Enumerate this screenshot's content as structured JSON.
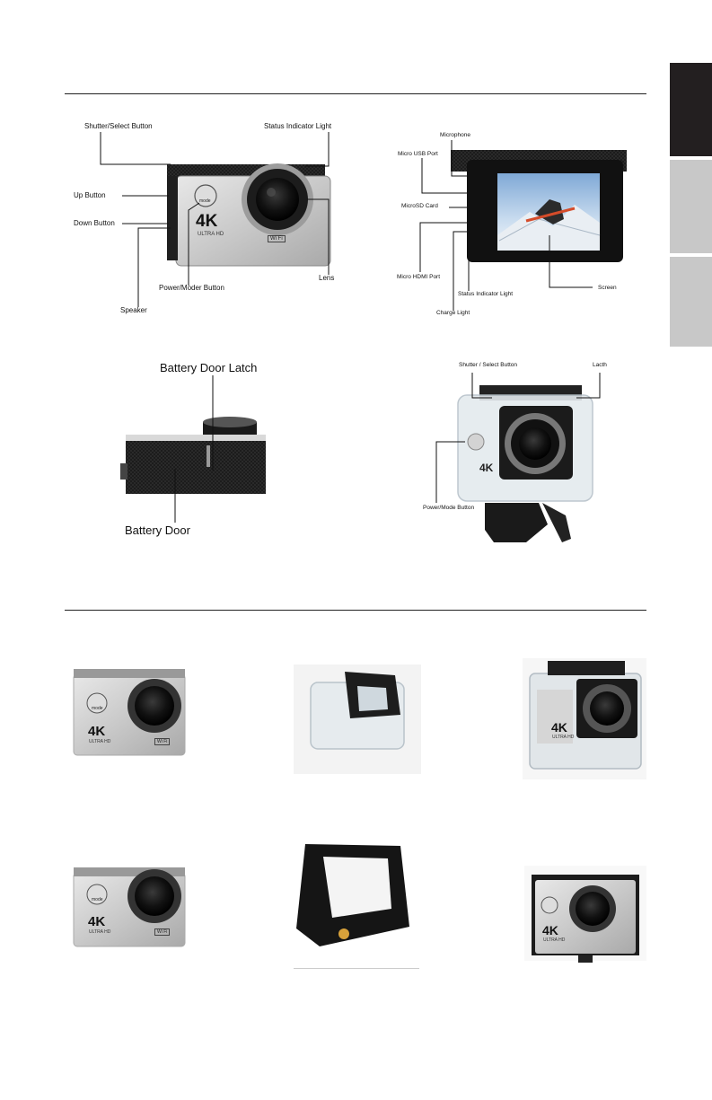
{
  "diagram_front": {
    "shutter_select_button": "Shutter/Select Button",
    "status_indicator_light": "Status Indicator Light",
    "up_button": "Up Button",
    "down_button": "Down Button",
    "power_mode_button": "Power/Moder Button",
    "lens": "Lens",
    "speaker": "Speaker"
  },
  "diagram_back": {
    "microphone": "Microphone",
    "micro_usb_port": "Micro USB Port",
    "microsd_card": "MicroSD Card",
    "micro_hdmi_port": "Micro HDMI Port",
    "status_indicator_light": "Status Indicator Light",
    "screen": "Screen",
    "charge_light": "Charge Light"
  },
  "diagram_bottom": {
    "battery_door_latch": "Battery Door Latch",
    "battery_door": "Battery Door"
  },
  "diagram_housing": {
    "shutter_select_button": "Shutter / Select Button",
    "latch": "Lacth",
    "power_mode_button": "Power/Mode Button"
  },
  "camera_branding": {
    "resolution": "4K",
    "subtitle": "ULTRA HD",
    "button": "mode",
    "wifi": "Wi Fi"
  },
  "colors": {
    "tab_active": "#231f20",
    "tab_inactive": "#c8c8c8",
    "rule": "#222222"
  }
}
